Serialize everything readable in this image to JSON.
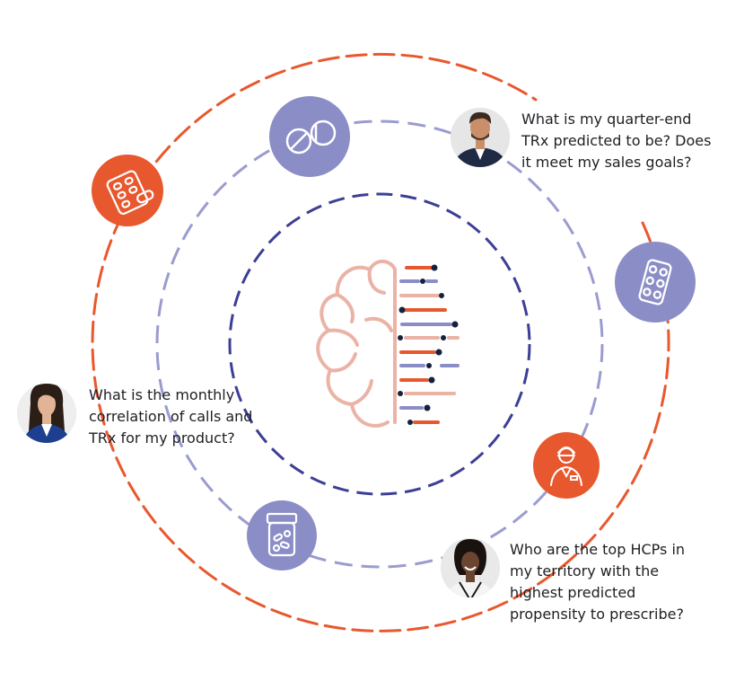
{
  "colors": {
    "orange": "#e8582e",
    "lavender": "#8b8dc7",
    "navy": "#3c3f95",
    "ring_lavender": "#9a9cd0",
    "brain": "#eab3a6",
    "dark": "#16213e",
    "skin": "#c98e6a",
    "suit_navy": "#1f2a44",
    "blazer_blue": "#1e3f8f"
  },
  "questions": {
    "top": "What is my quarter-end\nTRx predicted to be? Does\nit meet my sales goals?",
    "left": "What is the monthly\ncorrelation of calls and\nTRx for my product?",
    "bottom": "Who are the top HCPs in\nmy territory with the\nhighest predicted\npropensity to prescribe?"
  },
  "icons": {
    "pills": "pill-pair-icon",
    "blister_orange": "blister-pack-icon",
    "blister_lavender": "tablet-strip-icon",
    "pharmacist": "pharmacist-icon",
    "pill_bottle": "pill-bottle-icon",
    "brain": "brain-data-icon"
  },
  "avatars": {
    "top": "man-avatar",
    "left": "woman-avatar",
    "bottom": "doctor-woman-avatar"
  }
}
